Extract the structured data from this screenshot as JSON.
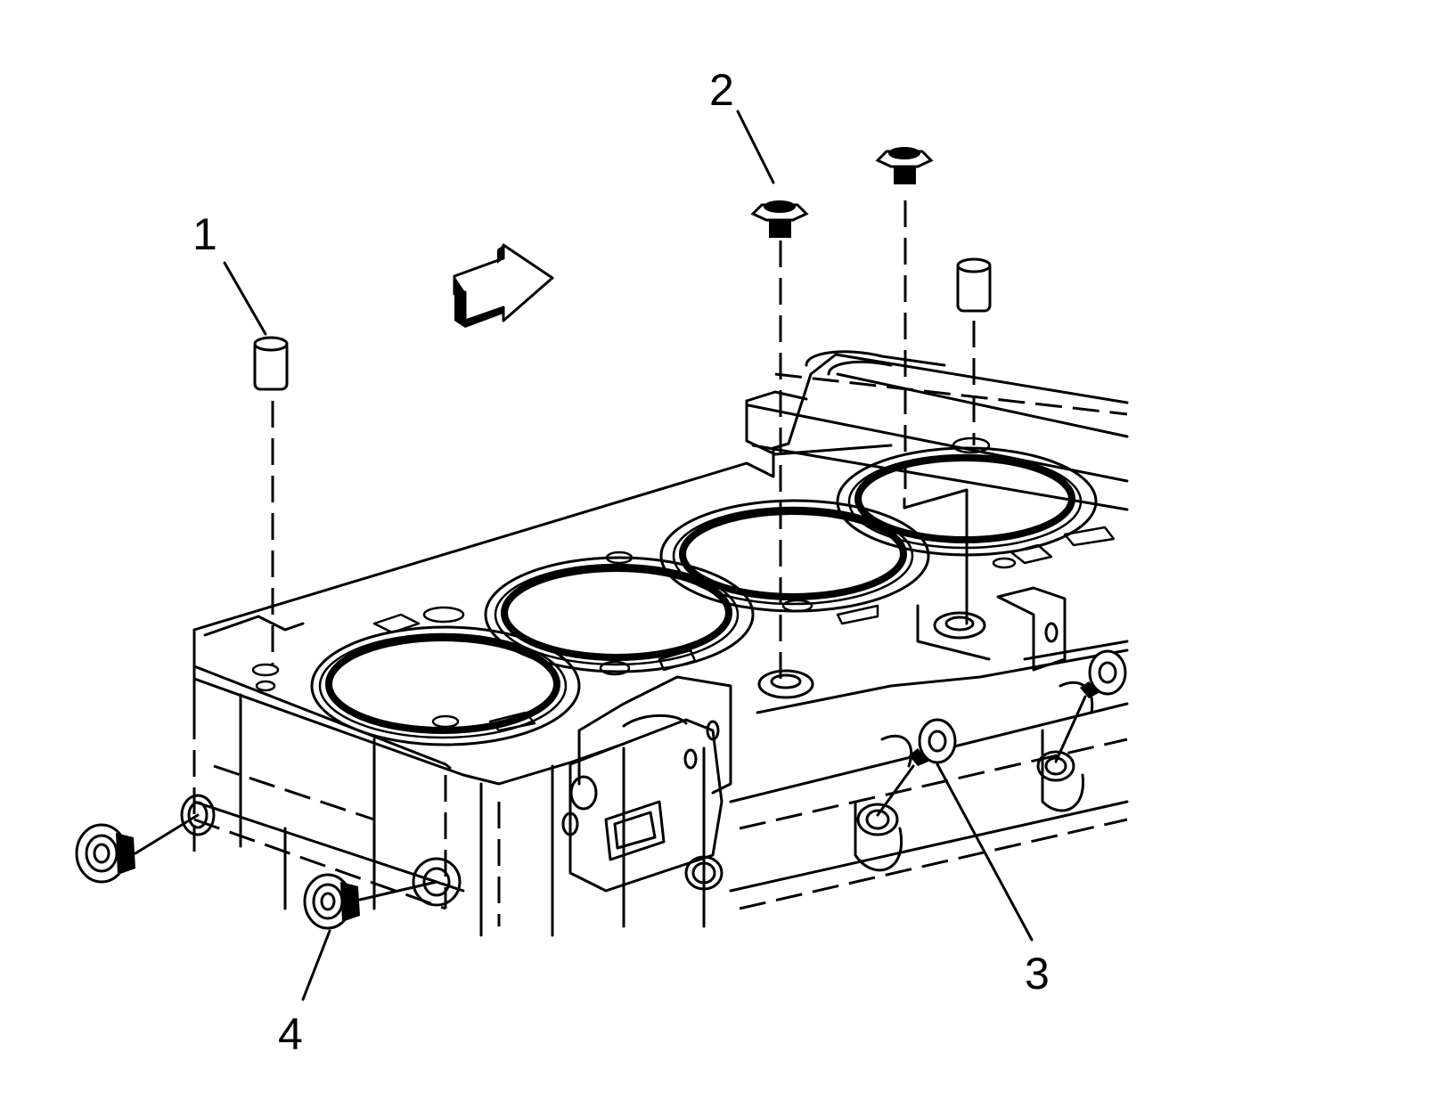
{
  "callouts": [
    {
      "id": "1",
      "label": "1",
      "part": "locating-dowel"
    },
    {
      "id": "2",
      "label": "2",
      "part": "oil-gallery-plug-top"
    },
    {
      "id": "3",
      "label": "3",
      "part": "oil-gallery-plug-side"
    },
    {
      "id": "4",
      "label": "4",
      "part": "coolant-plug"
    }
  ],
  "colors": {
    "line": "#000000",
    "background": "#ffffff"
  }
}
